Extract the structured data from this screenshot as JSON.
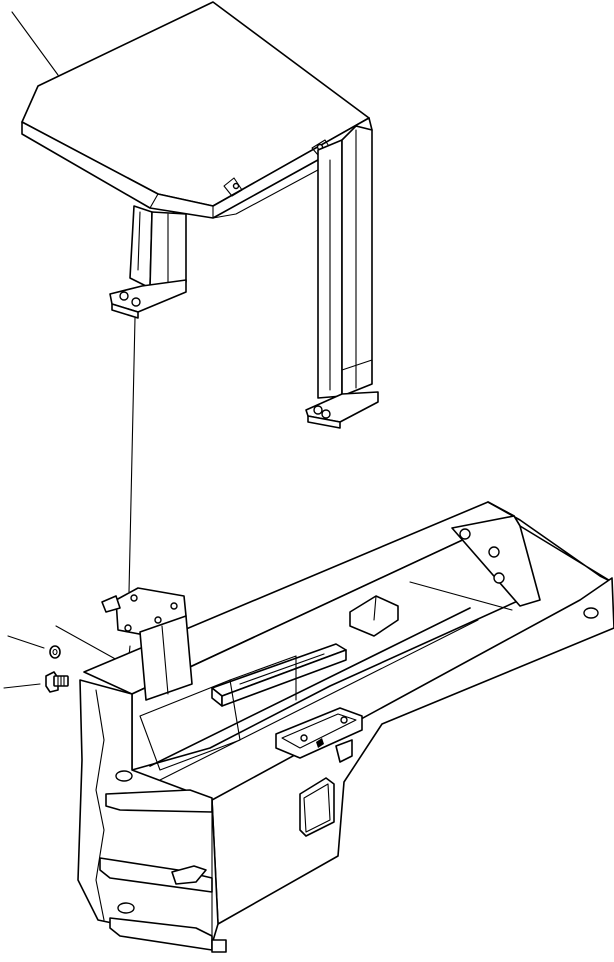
{
  "drawing": {
    "parts": [
      {
        "name": "canopy",
        "icon": "canopy-roof-icon"
      },
      {
        "name": "frame",
        "icon": "vehicle-frame-icon"
      },
      {
        "name": "lock-washer",
        "icon": "washer-icon"
      },
      {
        "name": "bolt",
        "icon": "bolt-icon"
      }
    ],
    "colors": {
      "line": "#000000",
      "background": "#ffffff"
    }
  }
}
